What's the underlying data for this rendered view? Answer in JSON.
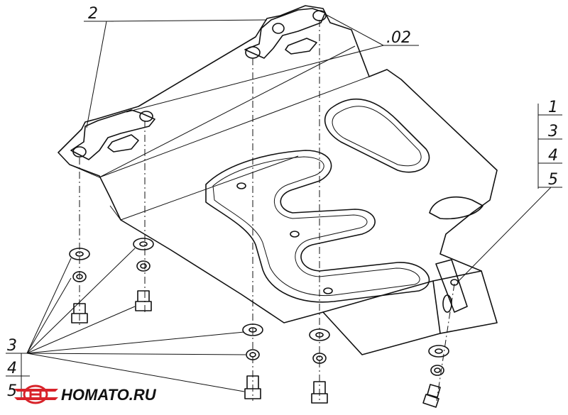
{
  "labels": {
    "top_part": "2",
    "top_ref": ".02",
    "stack_right": [
      "1",
      "3",
      "4",
      "5"
    ],
    "stack_left": [
      "3",
      "4",
      "5"
    ]
  },
  "logo": {
    "text": "HOMATO.RU",
    "accent": "#d8232a"
  },
  "colors": {
    "line": "#111111",
    "background": "#ffffff"
  }
}
